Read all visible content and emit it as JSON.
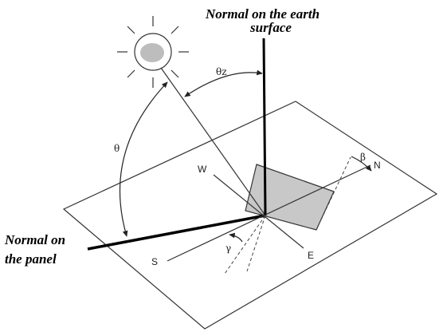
{
  "labels": {
    "normal_earth_line1": "Normal on  the earth",
    "normal_earth_line2": "surface",
    "normal_panel_line1": "Normal on",
    "normal_panel_line2": "the  panel",
    "theta_z": "θz",
    "theta": "θ",
    "beta": "β",
    "gamma": "γ",
    "compass_w": "W",
    "compass_n": "N",
    "compass_s": "S",
    "compass_e": "E"
  }
}
